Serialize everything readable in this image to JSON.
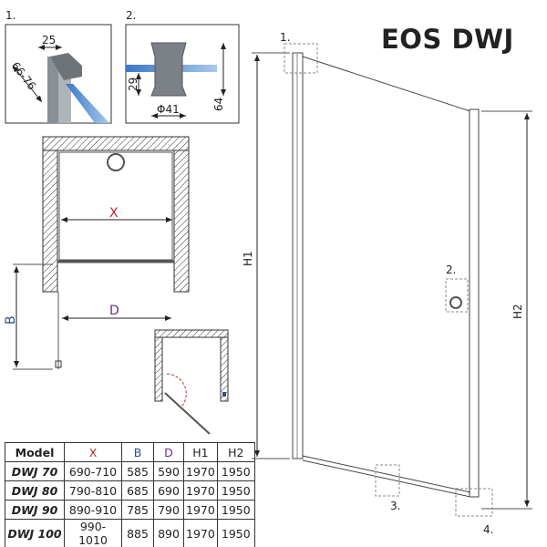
{
  "title": "EOS DWJ",
  "details": {
    "d1": {
      "label": "1.",
      "w": "25",
      "h": "66-76"
    },
    "d2": {
      "label": "2.",
      "h1": "29",
      "h2": "64",
      "dia": "Φ41"
    }
  },
  "plan": {
    "x": "X",
    "b": "B",
    "d": "D"
  },
  "door": {
    "h1": "H1",
    "h2": "H2",
    "c1": "1.",
    "c2": "2.",
    "c3": "3.",
    "c4": "4."
  },
  "colors": {
    "x": "#c0282d",
    "b": "#2c4f8a",
    "d": "#6a2d86"
  },
  "table": {
    "headers": [
      "Model",
      "X",
      "B",
      "D",
      "H1",
      "H2"
    ],
    "rows": [
      [
        "DWJ 70",
        "690-710",
        "585",
        "590",
        "1970",
        "1950"
      ],
      [
        "DWJ 80",
        "790-810",
        "685",
        "690",
        "1970",
        "1950"
      ],
      [
        "DWJ 90",
        "890-910",
        "785",
        "790",
        "1970",
        "1950"
      ],
      [
        "DWJ 100",
        "990-1010",
        "885",
        "890",
        "1970",
        "1950"
      ]
    ]
  }
}
